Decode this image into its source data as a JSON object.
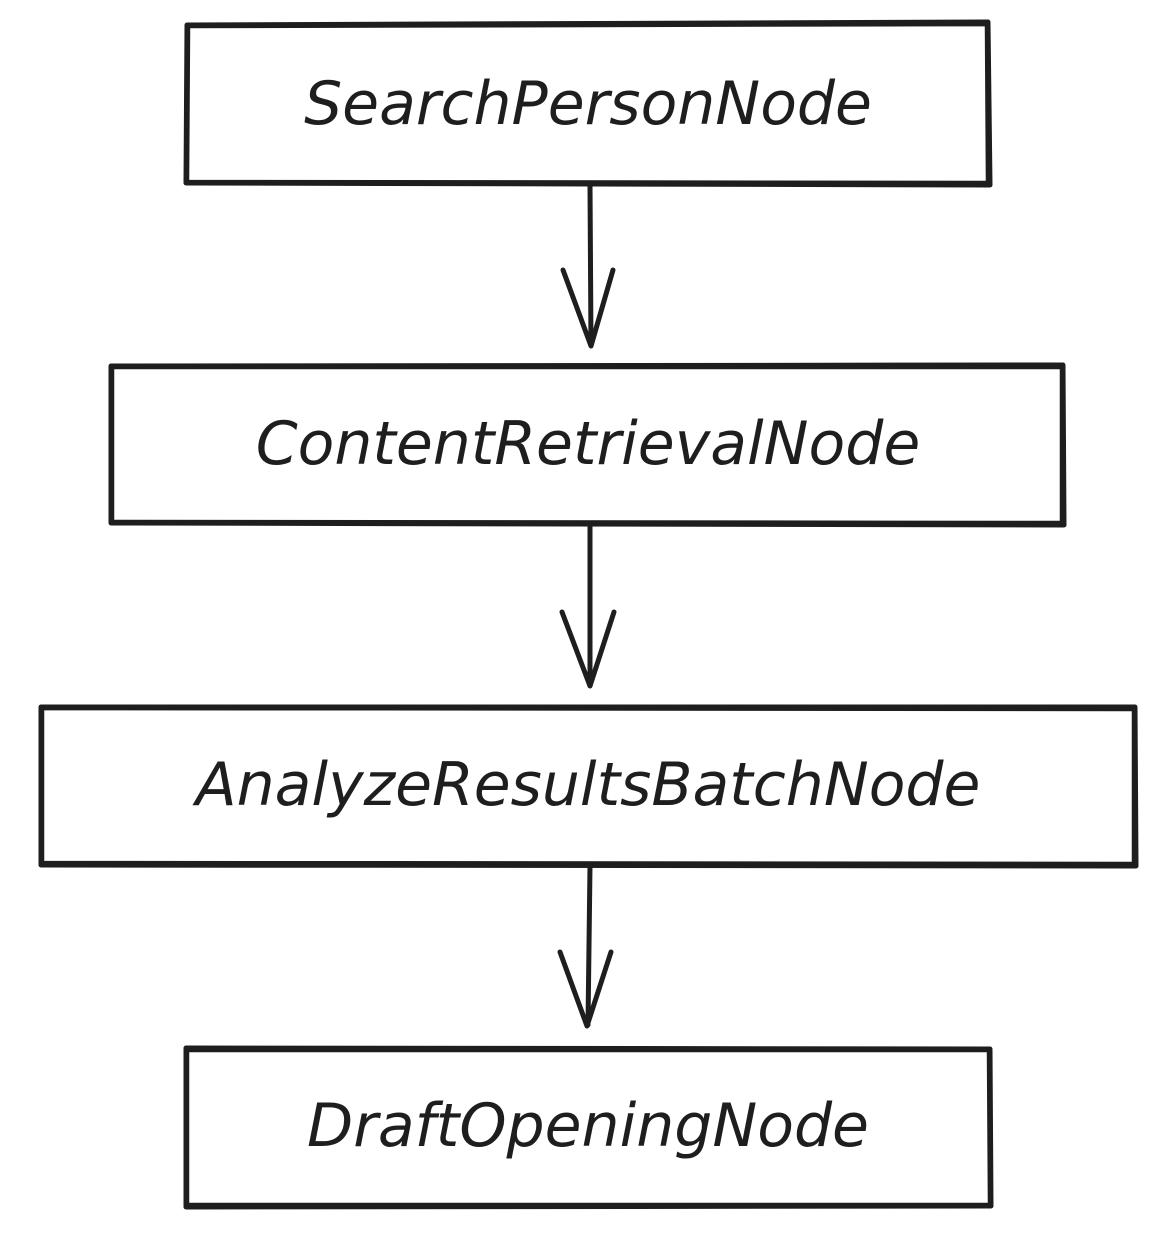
{
  "diagram": {
    "nodes": [
      {
        "label": "SearchPersonNode"
      },
      {
        "label": "ContentRetrievalNode"
      },
      {
        "label": "AnalyzeResultsBatchNode"
      },
      {
        "label": "DraftOpeningNode"
      }
    ],
    "stroke_color": "#1e1e1e",
    "background_color": "#ffffff"
  }
}
